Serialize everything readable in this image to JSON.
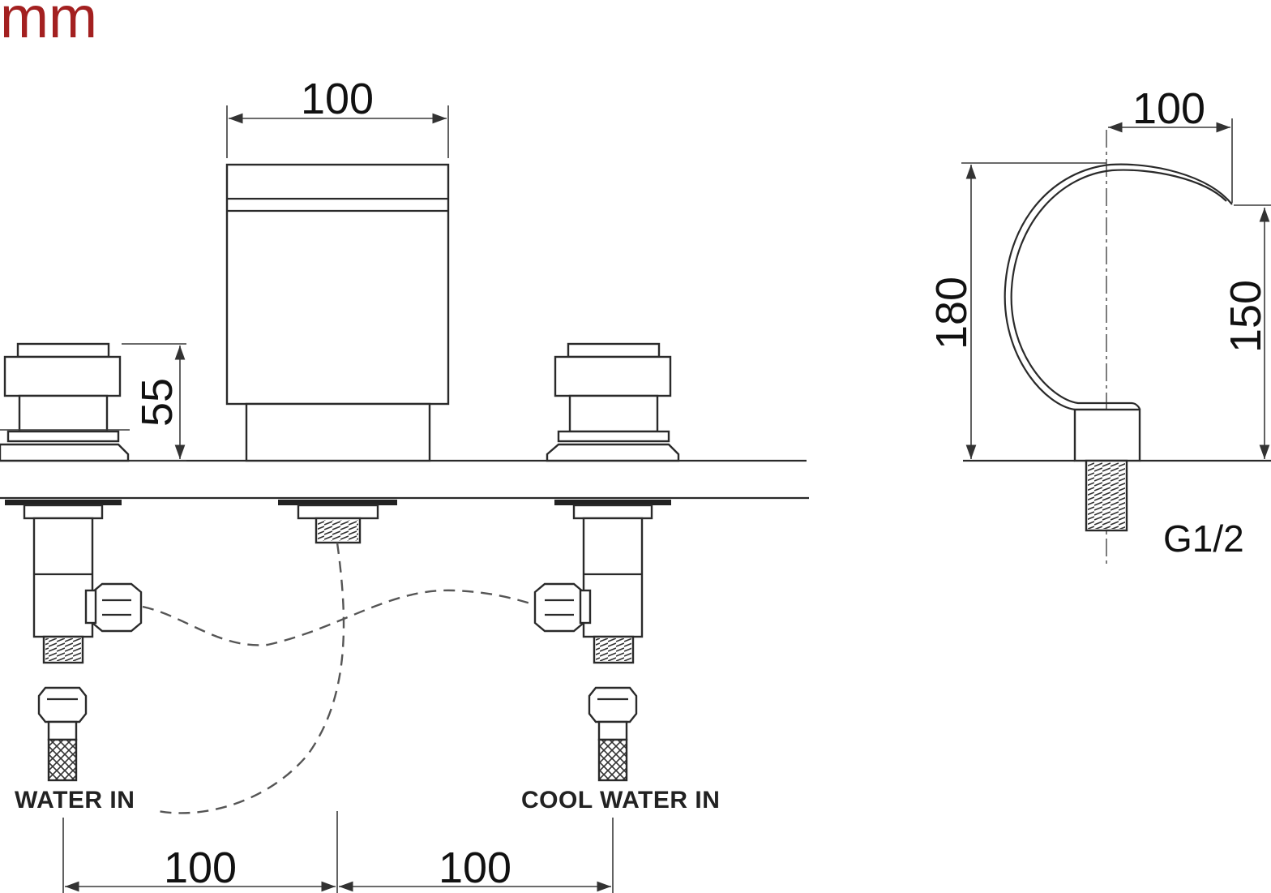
{
  "unit": "mm",
  "front_view": {
    "spout_width": "100",
    "handle_height": "55",
    "spacing_left": "100",
    "spacing_right": "100",
    "label_left_inlet": "WATER IN",
    "label_right_inlet": "COOL WATER IN"
  },
  "side_view": {
    "spout_reach": "100",
    "total_height": "180",
    "outlet_height": "150",
    "thread": "G1/2"
  }
}
